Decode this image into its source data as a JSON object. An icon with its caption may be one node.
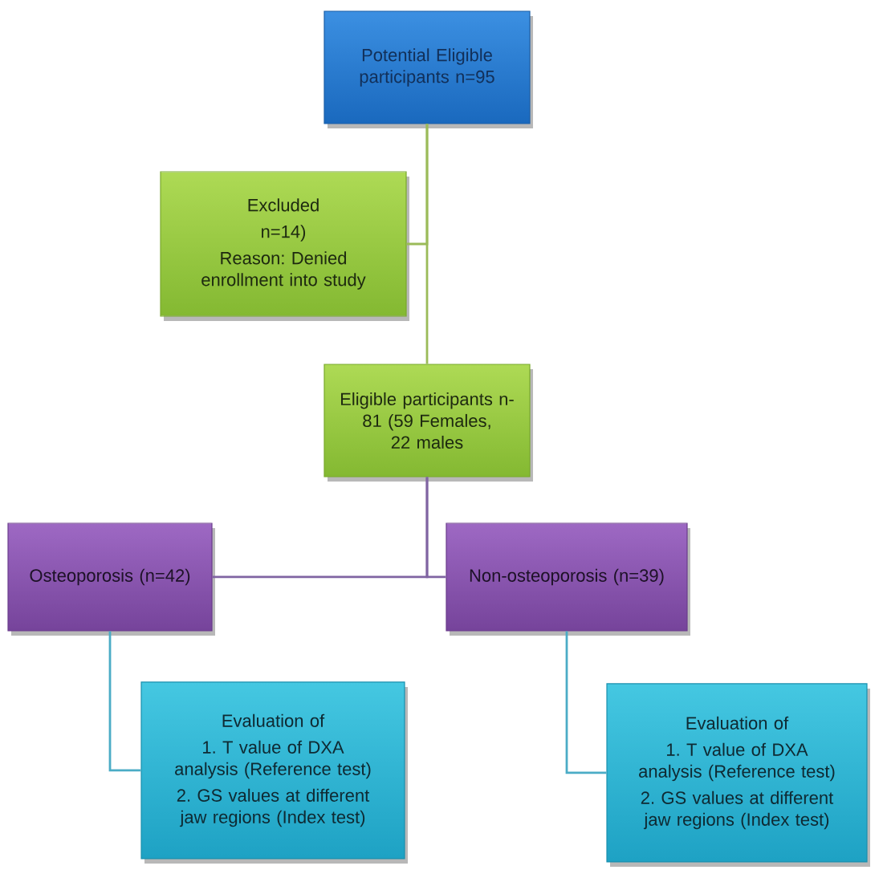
{
  "diagram": {
    "nodes": [
      {
        "text": [
          "Potential Eligible participants n=95"
        ]
      },
      {
        "text": [
          "Excluded",
          "n=14)",
          "Reason: Denied enrollment into study"
        ]
      },
      {
        "text": [
          "Eligible participants n- 81 (59 Females, 22 males"
        ]
      },
      {
        "text": [
          "Osteoporosis (n=42)"
        ]
      },
      {
        "text": [
          "Non-osteoporosis (n=39)"
        ]
      },
      {
        "text": [
          "Evaluation of",
          "1. T value of DXA analysis (Reference test)",
          "2. GS values at different jaw regions (Index test)"
        ]
      },
      {
        "text": [
          "Evaluation of",
          "1. T value of DXA analysis (Reference test)",
          "2. GS values at different jaw regions (Index test)"
        ]
      }
    ],
    "edges": [
      {
        "from": 0,
        "to": 2,
        "arrow": "none",
        "color": "#9bbb59"
      },
      {
        "from": 0,
        "to": 1,
        "arrow": "none",
        "color": "#9bbb59"
      },
      {
        "from": 2,
        "to": 3,
        "arrow": "none",
        "color": "#8064a2"
      },
      {
        "from": 2,
        "to": 4,
        "arrow": "none",
        "color": "#8064a2"
      },
      {
        "from": 3,
        "to": 5,
        "arrow": "none",
        "color": "#4bacc6"
      },
      {
        "from": 4,
        "to": 6,
        "arrow": "none",
        "color": "#4bacc6"
      }
    ]
  }
}
